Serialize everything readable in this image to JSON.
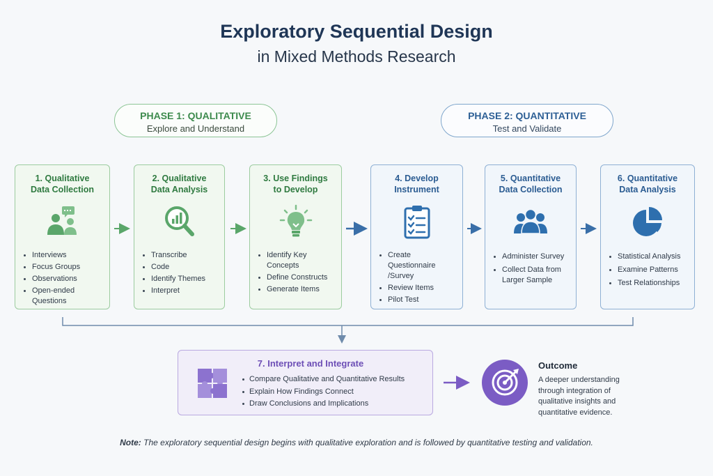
{
  "title": "Exploratory Sequential Design",
  "subtitle": "in Mixed Methods Research",
  "phases": [
    {
      "label": "PHASE 1: QUALITATIVE",
      "sub": "Explore and Understand",
      "color": "#3d8a4d"
    },
    {
      "label": "PHASE 2: QUANTITATIVE",
      "sub": "Test and Validate",
      "color": "#2d5f95"
    }
  ],
  "steps": [
    {
      "title_l1": "1. Qualitative",
      "title_l2": "Data Collection",
      "icon": "people-chat-icon",
      "items": [
        "Interviews",
        "Focus Groups",
        "Observations",
        "Open-ended Questions"
      ]
    },
    {
      "title_l1": "2. Qualitative",
      "title_l2": "Data Analysis",
      "icon": "magnifier-chart-icon",
      "items": [
        "Transcribe",
        "Code",
        "Identify Themes",
        "Interpret"
      ]
    },
    {
      "title_l1": "3. Use Findings",
      "title_l2": "to Develop",
      "icon": "lightbulb-icon",
      "items": [
        "Identify Key Concepts",
        "Define Constructs",
        "Generate Items"
      ]
    },
    {
      "title_l1": "4. Develop",
      "title_l2": "Instrument",
      "icon": "clipboard-checklist-icon",
      "items": [
        "Create Questionnaire /Survey",
        "Review Items",
        "Pilot Test"
      ]
    },
    {
      "title_l1": "5. Quantitative",
      "title_l2": "Data Collection",
      "icon": "group-icon",
      "items": [
        "Administer Survey",
        "Collect Data from Larger Sample"
      ]
    },
    {
      "title_l1": "6. Quantitative",
      "title_l2": "Data Analysis",
      "icon": "pie-chart-icon",
      "items": [
        "Statistical Analysis",
        "Examine Patterns",
        "Test Relationships"
      ]
    }
  ],
  "integrate": {
    "title": "7. Interpret and Integrate",
    "icon": "puzzle-icon",
    "items": [
      "Compare Qualitative and Quantitative Results",
      "Explain How Findings Connect",
      "Draw Conclusions and Implications"
    ]
  },
  "outcome": {
    "title": "Outcome",
    "icon": "target-icon",
    "text": "A deeper understanding through integration of qualitative insights and quantitative evidence."
  },
  "note": {
    "label": "Note:",
    "text": " The exploratory sequential design begins with qualitative exploration and is followed by quantitative testing and validation."
  },
  "colors": {
    "green": "#5aa66a",
    "blue": "#2e6fae",
    "purple": "#7b5cc4",
    "arrow_blue": "#3a6fa8"
  }
}
